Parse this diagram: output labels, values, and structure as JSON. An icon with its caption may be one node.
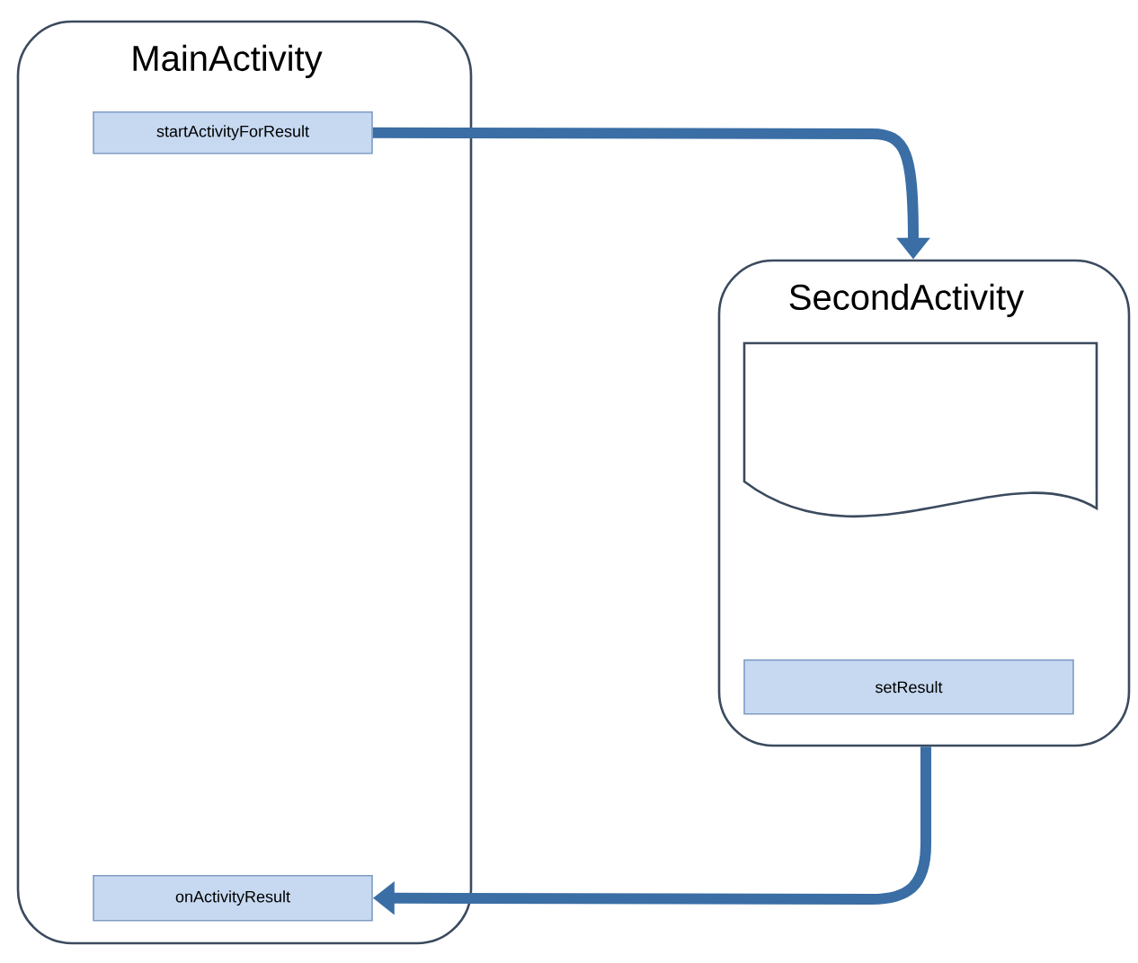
{
  "diagram": {
    "nodes": [
      {
        "text": [
          "MainActivity"
        ]
      },
      {
        "text": [
          "startActivityForResult"
        ],
        "in": 0
      },
      {
        "text": [
          "onActivityResult"
        ],
        "in": 0
      },
      {
        "text": [
          "SecondActivity"
        ]
      },
      {
        "text": [
          "setResult"
        ],
        "in": 3
      }
    ],
    "edges": [
      {
        "from": 1,
        "to": 3,
        "arrow": "to"
      },
      {
        "from": 3,
        "to": 2,
        "arrow": "to"
      }
    ]
  }
}
